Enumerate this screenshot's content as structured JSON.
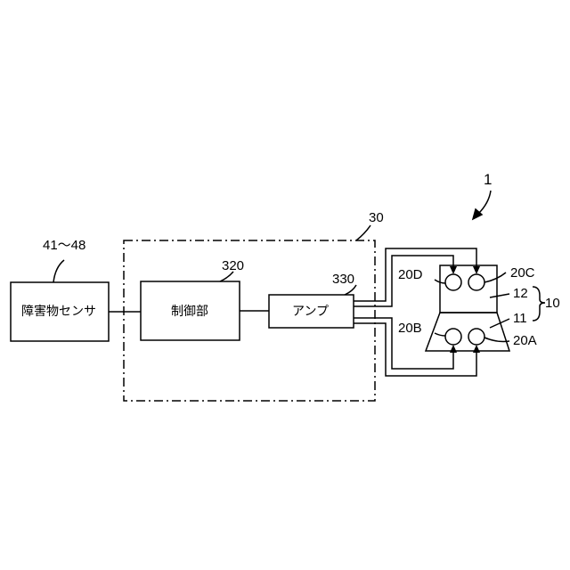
{
  "figure_ref": "1",
  "obstacle_sensor": {
    "label": "障害物センサ",
    "ref": "41〜48"
  },
  "controller_group": {
    "ref": "30"
  },
  "control_unit": {
    "label": "制御部",
    "ref": "320"
  },
  "amplifier": {
    "label": "アンプ",
    "ref": "330"
  },
  "speaker_device": {
    "ref": "10",
    "upper_part_ref": "12",
    "lower_part_ref": "11",
    "drivers": {
      "d": "20D",
      "c": "20C",
      "b": "20B",
      "a": "20A"
    }
  }
}
